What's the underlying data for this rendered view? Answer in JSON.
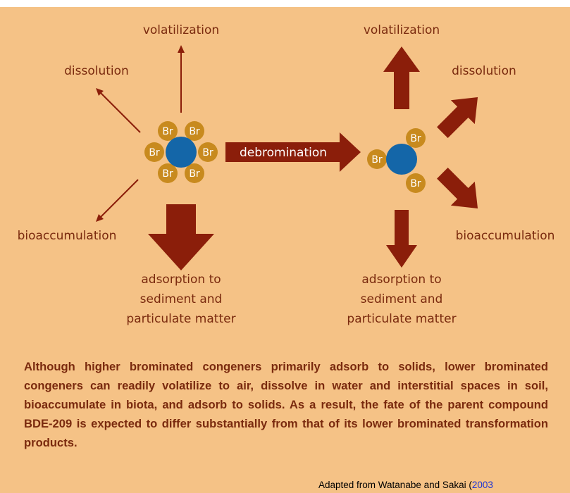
{
  "colors": {
    "background": "#f5c286",
    "arrow": "#8b1e0a",
    "label": "#7a2a0e",
    "core": "#1466a8",
    "bromine": "#c88a1e"
  },
  "left_molecule": {
    "bromine_label": "Br",
    "bromine_count": 6,
    "labels": {
      "volatilization": "volatilization",
      "dissolution": "dissolution",
      "bioaccumulation": "bioaccumulation",
      "adsorption": [
        "adsorption to",
        "sediment and",
        "particulate matter"
      ]
    }
  },
  "transformation": {
    "label": "debromination"
  },
  "right_molecule": {
    "bromine_label": "Br",
    "bromine_count": 3,
    "labels": {
      "volatilization": "volatilization",
      "dissolution": "dissolution",
      "bioaccumulation": "bioaccumulation",
      "adsorption": [
        "adsorption to",
        "sediment and",
        "particulate matter"
      ]
    }
  },
  "summary": "Although higher brominated congeners primarily adsorb to solids, lower brominated congeners can readily volatilize to air, dissolve in water and interstitial spaces in soil, bioaccumulate in biota, and adsorb to solids. As a result, the fate of the parent compound BDE-209 is expected to differ substantially from that of its lower brominated transformation products.",
  "source": {
    "prefix": "Adapted from Watanabe and Sakai (",
    "link": "2003"
  }
}
